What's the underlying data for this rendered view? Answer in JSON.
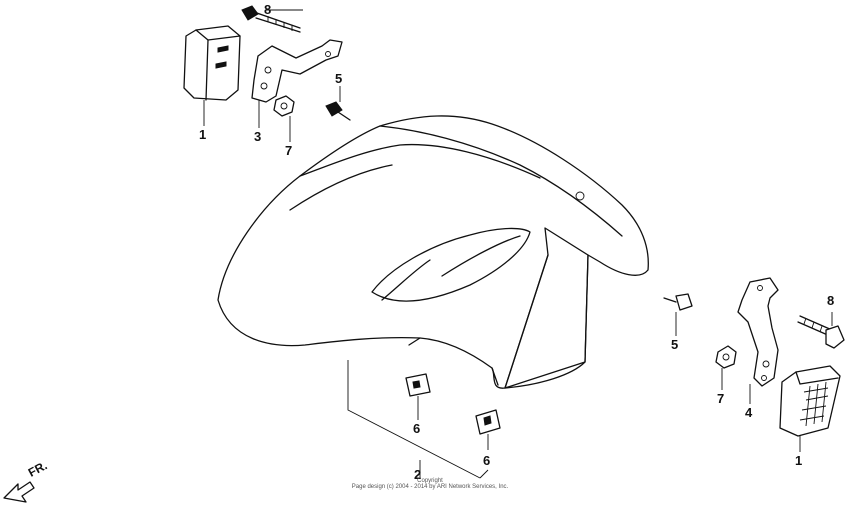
{
  "callouts": {
    "c1_left": "1",
    "c3": "3",
    "c7_left": "7",
    "c8_top": "8",
    "c5_top": "5",
    "c2": "2",
    "c6_left": "6",
    "c6_right": "6",
    "c5_right": "5",
    "c7_right": "7",
    "c4": "4",
    "c8_right": "8",
    "c1_right": "1"
  },
  "direction_label": "FR.",
  "copyright_line1": "Copyright",
  "copyright_line2": "Page design (c) 2004 - 2014 by ARI Network Services, Inc."
}
